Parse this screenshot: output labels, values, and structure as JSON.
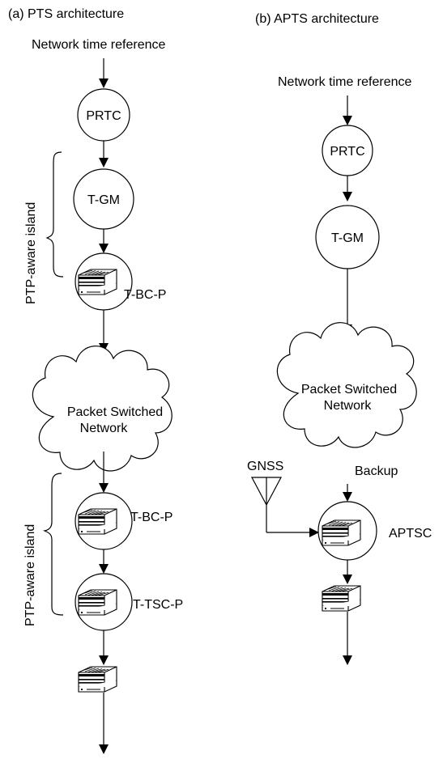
{
  "panel_a": {
    "title": "(a) PTS architecture",
    "time_reference": "Network time reference",
    "prtc": "PRTC",
    "tgm": "T-GM",
    "tbcp_top": "T-BC-P",
    "cloud_line1": "Packet Switched",
    "cloud_line2": "Network",
    "tbcp_bottom": "T-BC-P",
    "ttscp": "T-TSC-P",
    "island_top": "PTP-aware island",
    "island_bottom": "PTP-aware island"
  },
  "panel_b": {
    "title": "(b) APTS architecture",
    "time_reference": "Network time reference",
    "prtc": "PRTC",
    "tgm": "T-GM",
    "cloud_line1": "Packet Switched",
    "cloud_line2": "Network",
    "gnss": "GNSS",
    "backup": "Backup",
    "aptsc": "APTSC"
  }
}
